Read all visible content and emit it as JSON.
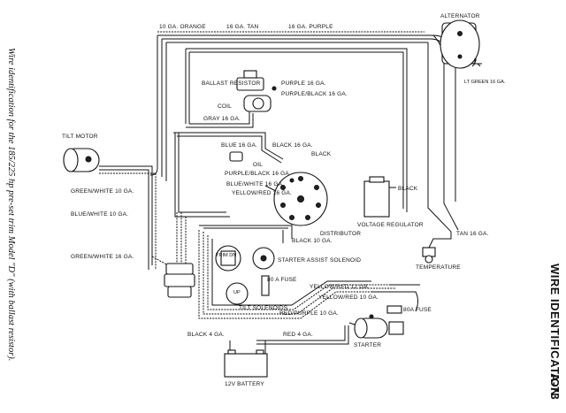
{
  "page": {
    "side_caption": "Wire identification for the 185/225 hp pre-set trim Model \"D\" (with ballast resistor).",
    "title": "WIRE IDENTIFICATION",
    "page_number": "A-73"
  },
  "components": {
    "alternator": "ALTERNATOR",
    "ballast_resistor": "BALLAST RESISTOR",
    "coil": "COIL",
    "oil": "OIL",
    "tilt_motor": "TILT MOTOR",
    "distributor": "DISTRIBUTOR",
    "voltage_regulator": "VOLTAGE REGULATOR",
    "temperature": "TEMPERATURE",
    "starter_assist_solenoid": "STARTER ASSIST SOLENOID",
    "tilt_solenoids": "TILT SOLENOIDS",
    "fuse_80a_left": "80 A FUSE",
    "fuse_80a_right": "80A FUSE",
    "starter": "STARTER",
    "battery": "12V BATTERY",
    "trim_dn": "TRIM DN",
    "up": "UP"
  },
  "wire_labels": {
    "ga10_orange": "10 GA. ORANGE",
    "ga16_tan_top": "16 GA. TAN",
    "ga16_purple_top": "16 GA. PURPLE",
    "lt_green": "LT GREEN 16 GA.",
    "purple_16": "PURPLE 16 GA.",
    "purple_black_16": "PURPLE/BLACK 16 GA.",
    "gray_16": "GRAY 16 GA.",
    "blue_16": "BLUE 16 GA.",
    "black_16": "BLACK 16 GA.",
    "black_dist": "BLACK",
    "purple_black_16_b": "PURPLE/BLACK 16 GA.",
    "blue_white_16": "BLUE/WHITE 16 GA.",
    "yellow_red_16": "YELLOW/RED 16 GA.",
    "black_vr": "BLACK",
    "black_10": "BLACK 10 GA.",
    "tan_16": "TAN 16 GA.",
    "green_white_10": "GREEN/WHITE 10 GA.",
    "blue_white_10": "BLUE/WHITE 10 GA.",
    "green_white_16": "GREEN/WHITE 16 GA.",
    "yellow_red_12": "YELLOW/RED 12 GA.",
    "yellow_red_10": "YELLOW/RED 10 GA.",
    "red_purple_10": "RED/PURPLE 10 GA.",
    "black_4": "BLACK 4 GA.",
    "red_4": "RED 4 GA."
  }
}
